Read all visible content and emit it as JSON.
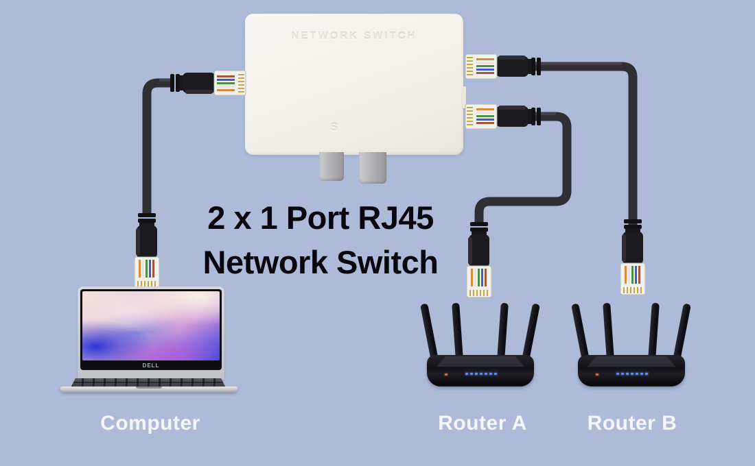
{
  "scene": {
    "background_color": "#adbbd9",
    "title": {
      "line1": "2 x 1 Port RJ45",
      "line2": "Network Switch",
      "color": "#07070d"
    },
    "network_switch": {
      "embossed_label": "NETWORK SWITCH",
      "embossed_mark": "S",
      "body_color": "#f2f0ea",
      "ports_right": 2,
      "ports_left": 1
    },
    "cables": {
      "color": "#333338",
      "connector": "RJ45",
      "count": 3
    },
    "devices": {
      "computer": {
        "label": "Computer",
        "brand": "DELL"
      },
      "router_a": {
        "label": "Router A"
      },
      "router_b": {
        "label": "Router B"
      }
    },
    "device_label_color": "#f4f5f8",
    "led_color": "#5d8df2"
  }
}
